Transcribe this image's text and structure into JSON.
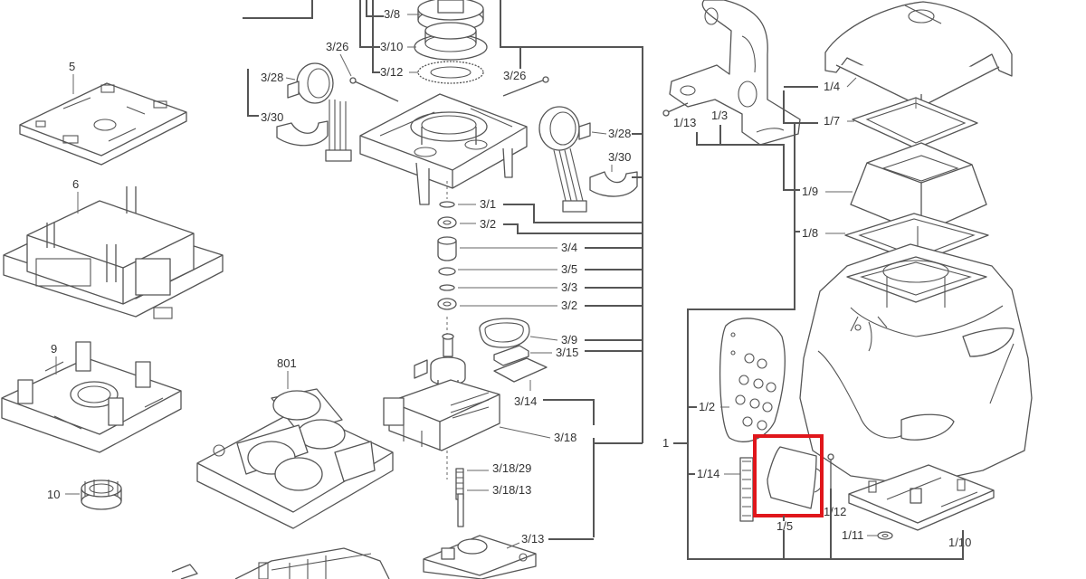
{
  "highlight": {
    "color": "#e0161b",
    "part": "1/5"
  },
  "labels": {
    "l5": "5",
    "l6": "6",
    "l9": "9",
    "l10": "10",
    "l801": "801",
    "l3_8": "3/8",
    "l3_10": "3/10",
    "l3_12": "3/12",
    "l3_26a": "3/26",
    "l3_26b": "3/26",
    "l3_28a": "3/28",
    "l3_28b": "3/28",
    "l3_30a": "3/30",
    "l3_30b": "3/30",
    "l3_1": "3/1",
    "l3_2a": "3/2",
    "l3_4": "3/4",
    "l3_5": "3/5",
    "l3_3": "3/3",
    "l3_2b": "3/2",
    "l3_9": "3/9",
    "l3_15": "3/15",
    "l3_14": "3/14",
    "l3_18": "3/18",
    "l3_18_29": "3/18/29",
    "l3_18_13": "3/18/13",
    "l3_13": "3/13",
    "l1_13": "1/13",
    "l1_3": "1/3",
    "l1_4": "1/4",
    "l1_7": "1/7",
    "l1_9": "1/9",
    "l1_8": "1/8",
    "l1_2": "1/2",
    "l1": "1",
    "l1_14": "1/14",
    "l1_5": "1/5",
    "l1_12": "1/12",
    "l1_11": "1/11",
    "l1_10": "1/10"
  }
}
